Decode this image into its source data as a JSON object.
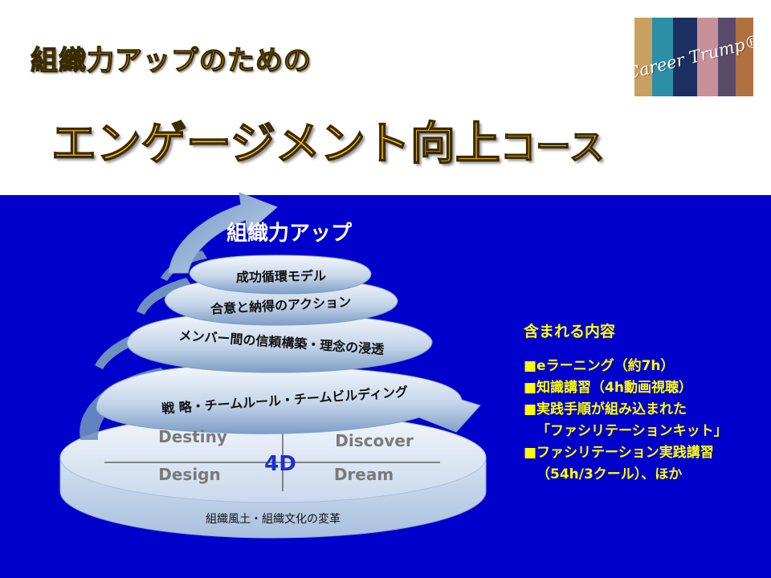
{
  "header": {
    "subtitle": "組織力アップのための",
    "title_main": "エンゲージメント向上",
    "title_tail": "コース"
  },
  "logo": {
    "text": "Career Trump®",
    "stripe_colors": [
      "#c8a060",
      "#2d8fa5",
      "#1b2f60",
      "#c89098",
      "#5a4a6a",
      "#b07040"
    ]
  },
  "diagram": {
    "top_label": "組織力アップ",
    "spiral_levels": [
      "成功循環モデル",
      "合意と納得のアクション",
      "メンバー間の信頼構築・理念の浸透",
      "戦 略・チームルール・チームビルディング"
    ],
    "base": {
      "center": "4D",
      "quadrants": [
        "Destiny",
        "Discover",
        "Design",
        "Dream"
      ],
      "bottom_label": "組織風土・組織文化の変革"
    }
  },
  "contents": {
    "title": "含まれる内容",
    "items": [
      "■eラーニング（約7h）",
      "■知識講習（4h動画視聴）",
      "■実践手順が組み込まれた",
      "「ファシリテーションキット」",
      "■ファシリテーション実践講習",
      "（54h/3クール）、ほか"
    ]
  },
  "colors": {
    "title_yellow": "#ffc000",
    "panel_blue": "#0000cc",
    "content_yellow": "#ffff00",
    "spiral_light": "#dce8f4",
    "spiral_shadow": "#5a7fb0"
  }
}
